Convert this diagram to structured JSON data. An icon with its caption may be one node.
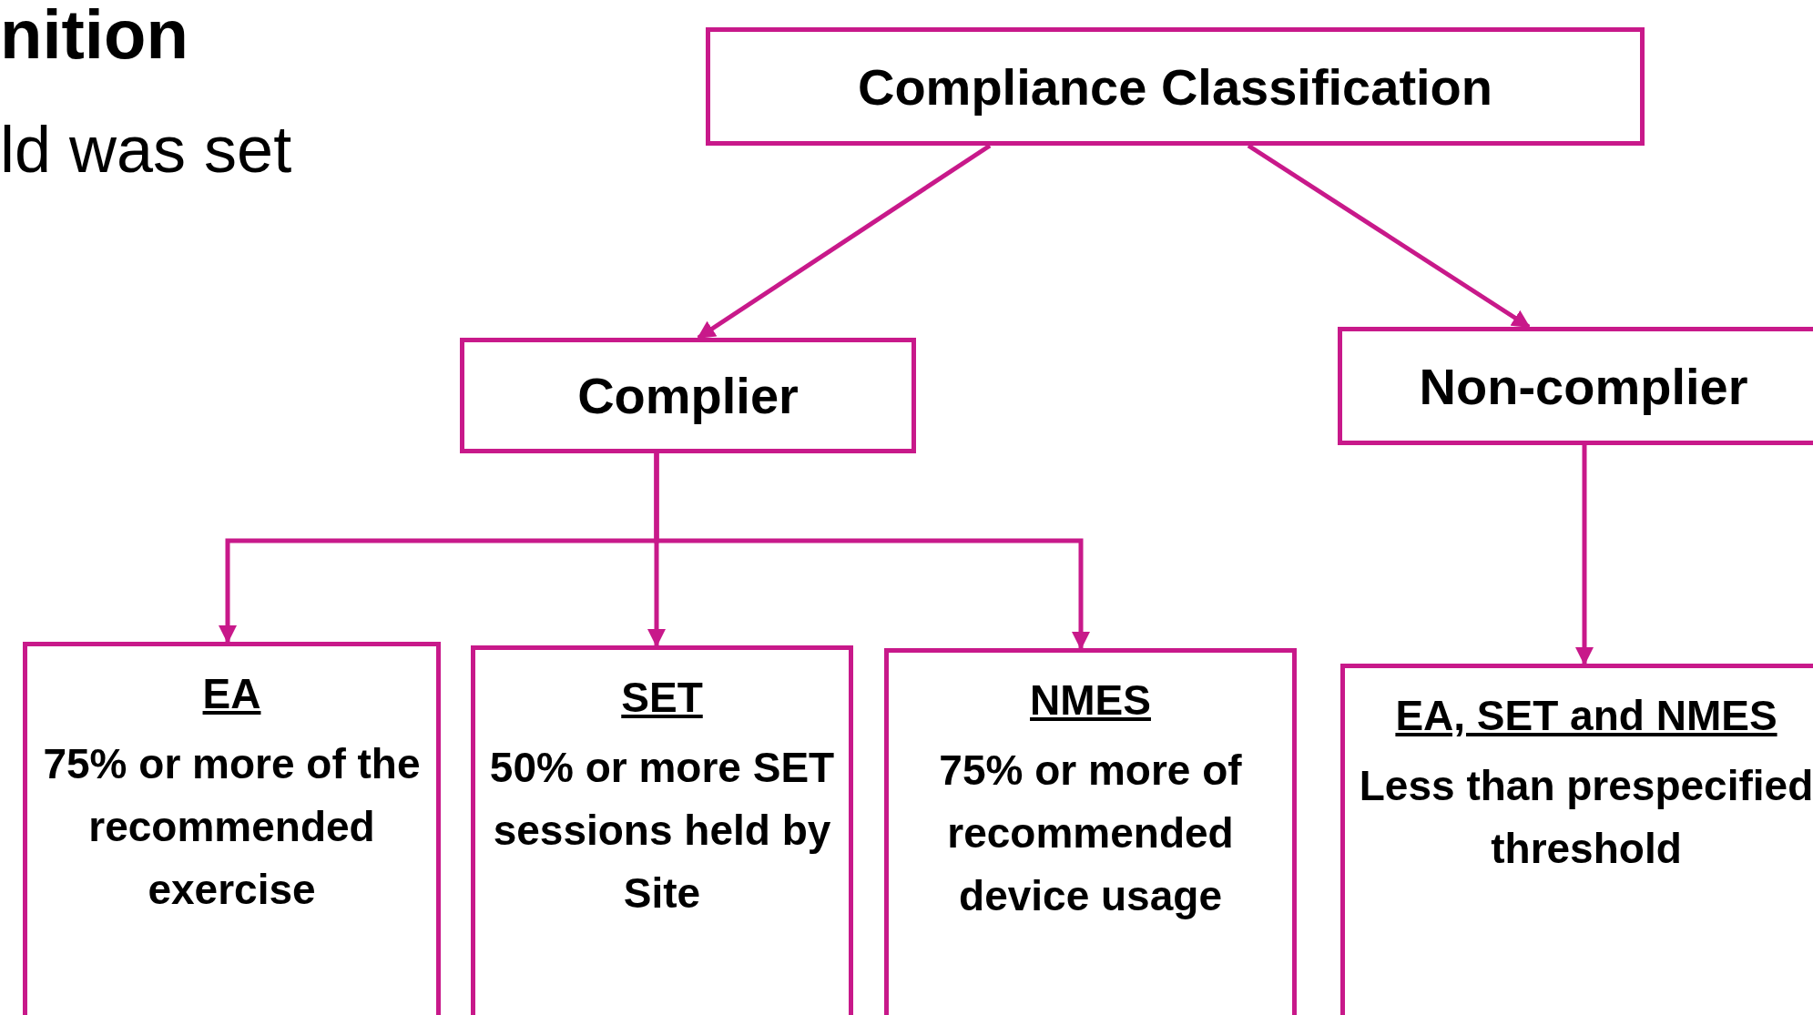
{
  "diagram": {
    "nodes": [
      {
        "text": [
          "Compliance Classification"
        ]
      },
      {
        "text": [
          "Complier"
        ]
      },
      {
        "text": [
          "Non-complier"
        ]
      },
      {
        "text": [
          "EA",
          "75% or more of the recommended exercise"
        ]
      },
      {
        "text": [
          "SET",
          "50% or more SET sessions held by Site"
        ]
      },
      {
        "text": [
          "NMES",
          "75% or more of recommended device usage"
        ]
      },
      {
        "text": [
          "EA, SET and NMES",
          "Less than prespecified threshold"
        ]
      }
    ],
    "edges": [
      {
        "from": 0,
        "to": 1,
        "arrow": "to"
      },
      {
        "from": 0,
        "to": 2,
        "arrow": "to"
      },
      {
        "from": 1,
        "to": 3,
        "arrow": "to"
      },
      {
        "from": 1,
        "to": 4,
        "arrow": "to"
      },
      {
        "from": 1,
        "to": 5,
        "arrow": "to"
      },
      {
        "from": 2,
        "to": 6,
        "arrow": "to"
      }
    ],
    "labels": [
      "nition",
      "ld was set"
    ]
  }
}
